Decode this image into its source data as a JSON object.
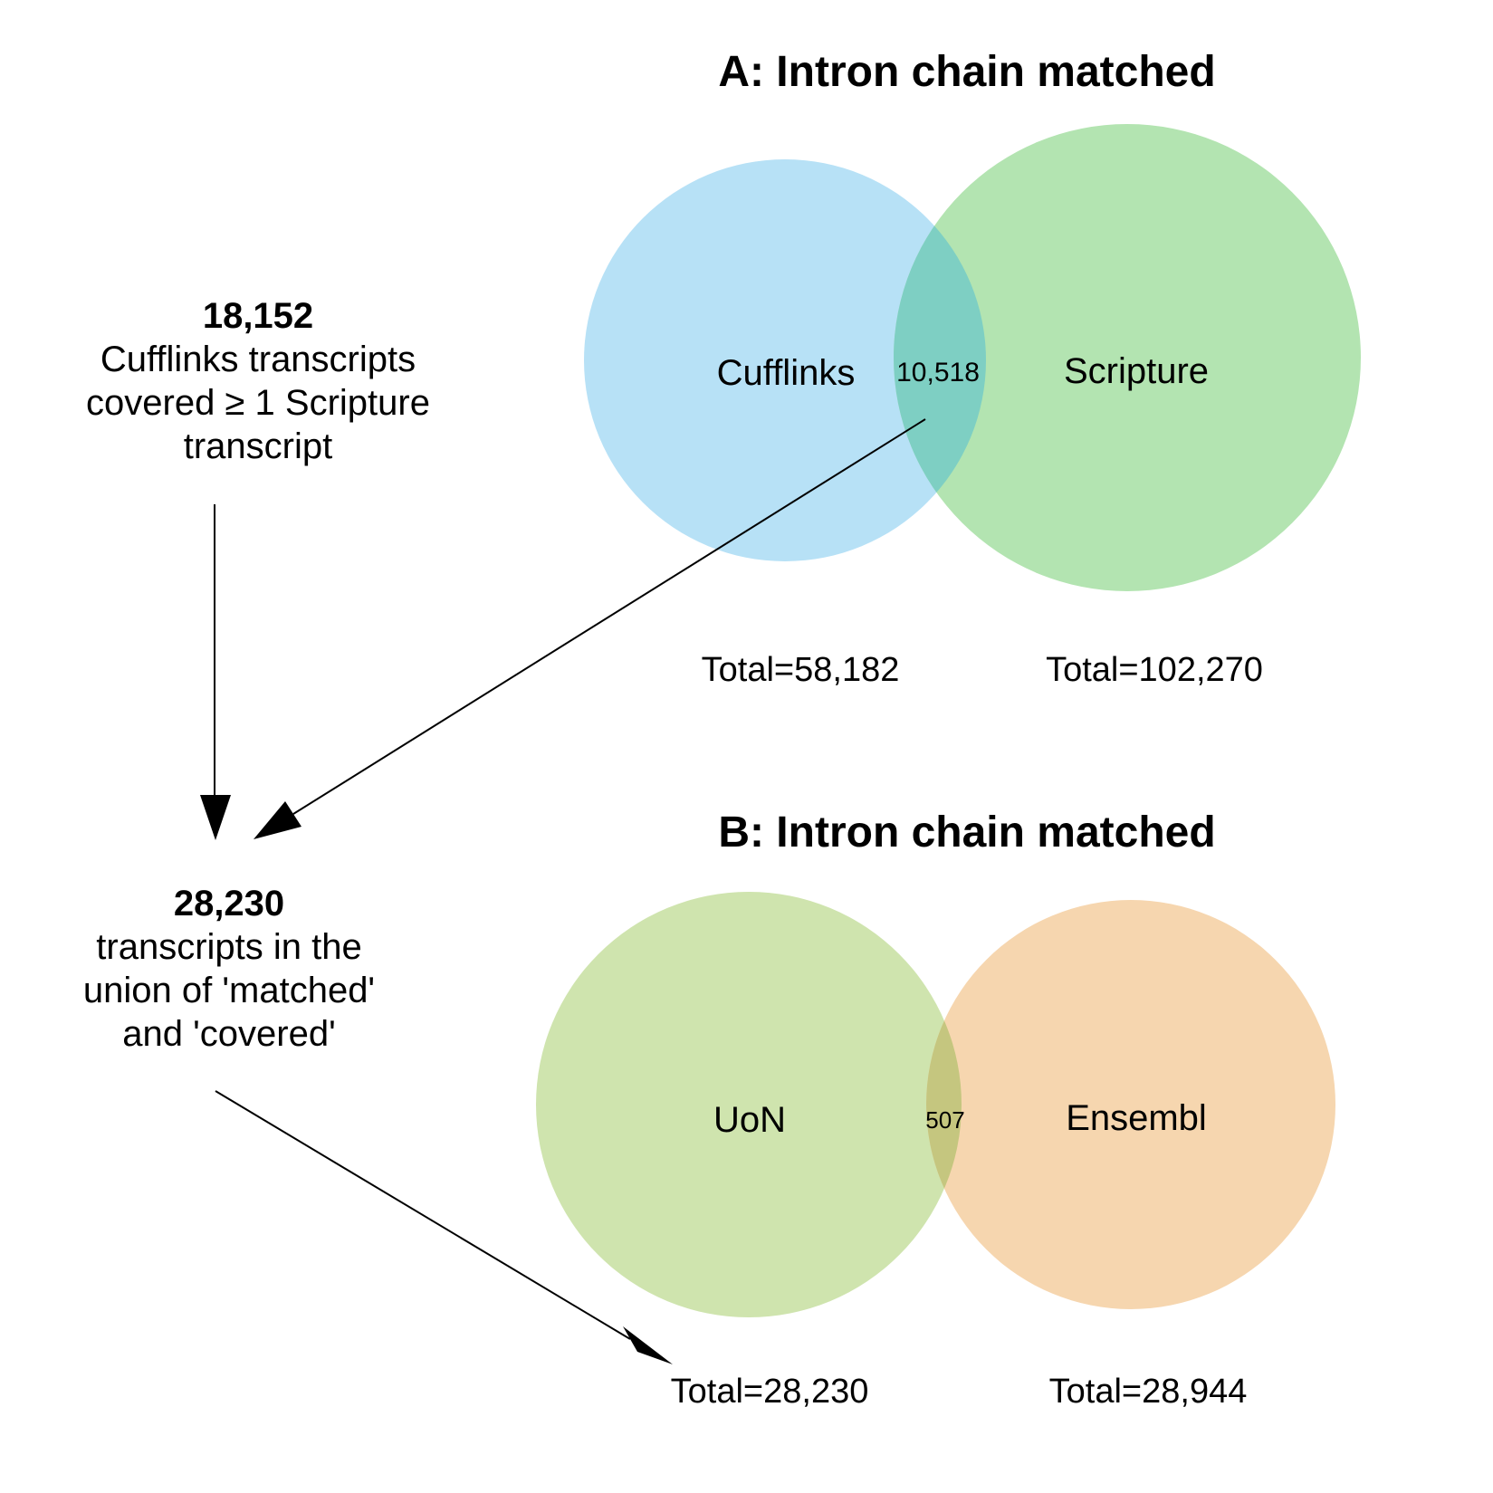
{
  "figure": {
    "background": "#ffffff",
    "text_color": "#000000",
    "arrow_color": "#000000",
    "panel_a": {
      "title": "A: Intron chain matched",
      "sets": [
        {
          "label": "Cufflinks",
          "total": "Total=58,182",
          "color": "#b7e1f6"
        },
        {
          "label": "Scripture",
          "total": "Total=102,270",
          "color": "#b3e4b1"
        }
      ],
      "overlap": {
        "value": "10,518",
        "color": "#7ecfc3"
      }
    },
    "panel_b": {
      "title": "B: Intron chain matched",
      "sets": [
        {
          "label": "UoN",
          "total": "Total=28,230",
          "color": "#cfe4ae"
        },
        {
          "label": "Ensembl",
          "total": "Total=28,944",
          "color": "#f6d6af"
        }
      ],
      "overlap": {
        "value": "507",
        "color": "#c5c67f"
      }
    },
    "annotations": [
      {
        "count": "18,152",
        "lines": [
          "Cufflinks transcripts",
          "covered ≥ 1 Scripture",
          "transcript"
        ]
      },
      {
        "count": "28,230",
        "lines": [
          "transcripts in the",
          "union of 'matched'",
          "and 'covered'"
        ]
      }
    ]
  },
  "chart_data": {
    "type": "venn",
    "panels": [
      {
        "title": "A: Intron chain matched",
        "sets": [
          "Cufflinks",
          "Scripture"
        ],
        "totals": [
          58182,
          102270
        ],
        "intersection": 10518
      },
      {
        "title": "B: Intron chain matched",
        "sets": [
          "UoN",
          "Ensembl"
        ],
        "totals": [
          28230,
          28944
        ],
        "intersection": 507
      }
    ],
    "annotations": [
      "18,152 Cufflinks transcripts covered ≥ 1 Scripture transcript",
      "28,230 transcripts in the union of 'matched' and 'covered'"
    ]
  }
}
